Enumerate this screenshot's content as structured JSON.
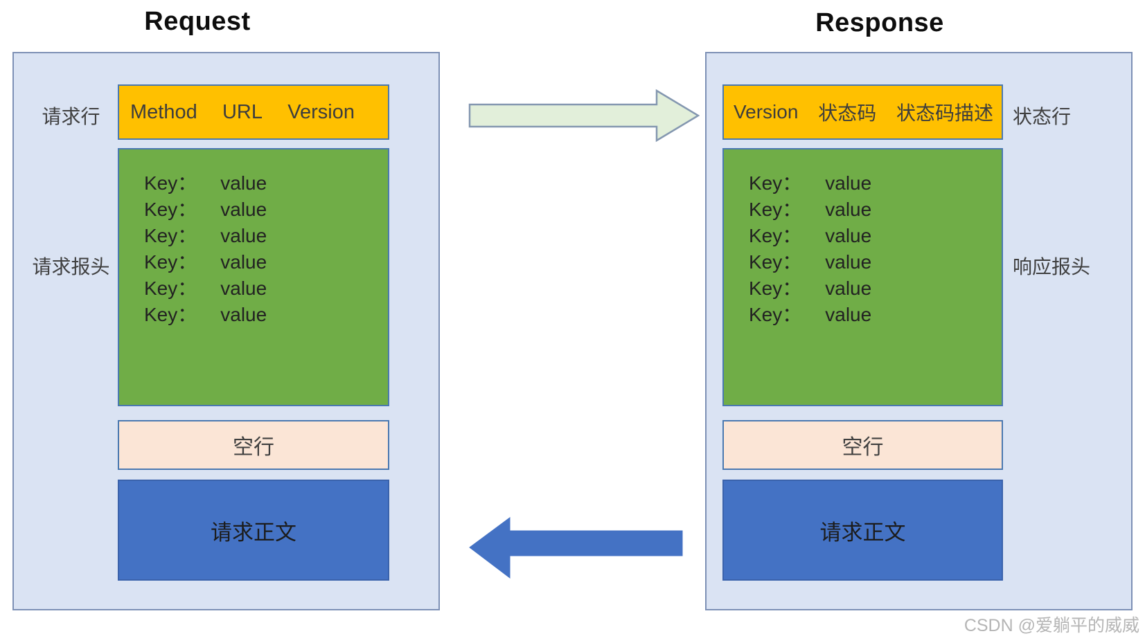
{
  "titles": {
    "request": "Request",
    "response": "Response"
  },
  "request_panel": {
    "line_label": "请求行",
    "line_tokens": {
      "method": "Method",
      "url": "URL",
      "version": "Version"
    },
    "headers_label": "请求报头",
    "header_rows": [
      {
        "key": "Key：",
        "value": "value"
      },
      {
        "key": "Key：",
        "value": "value"
      },
      {
        "key": "Key：",
        "value": "value"
      },
      {
        "key": "Key：",
        "value": "value"
      },
      {
        "key": "Key：",
        "value": "value"
      },
      {
        "key": "Key：",
        "value": "value"
      }
    ],
    "blank_line_label": "空行",
    "body_label": "请求正文"
  },
  "response_panel": {
    "line_label": "状态行",
    "line_tokens": {
      "version": "Version",
      "status_code": "状态码",
      "status_desc": "状态码描述"
    },
    "headers_label": "响应报头",
    "header_rows": [
      {
        "key": "Key：",
        "value": "value"
      },
      {
        "key": "Key：",
        "value": "value"
      },
      {
        "key": "Key：",
        "value": "value"
      },
      {
        "key": "Key：",
        "value": "value"
      },
      {
        "key": "Key：",
        "value": "value"
      },
      {
        "key": "Key：",
        "value": "value"
      }
    ],
    "blank_line_label": "空行",
    "body_label": "请求正文"
  },
  "icons": {
    "request_arrow": "arrow-right",
    "response_arrow": "arrow-left"
  },
  "watermark": "CSDN @爱躺平的威威",
  "colors": {
    "panel_bg": "#dae3f3",
    "panel_border": "#7d90b5",
    "box_border": "#4a78b0",
    "yellow": "#ffc000",
    "green": "#70ad47",
    "peach": "#fbe5d6",
    "blue": "#4472c4",
    "arrow_green_fill": "#e2efda",
    "arrow_border": "#8497b0",
    "arrow_blue": "#4472c4",
    "text_dark": "#2f2f2f",
    "label_color": "#3f3f3f",
    "watermark_color": "#b5b5b5"
  }
}
